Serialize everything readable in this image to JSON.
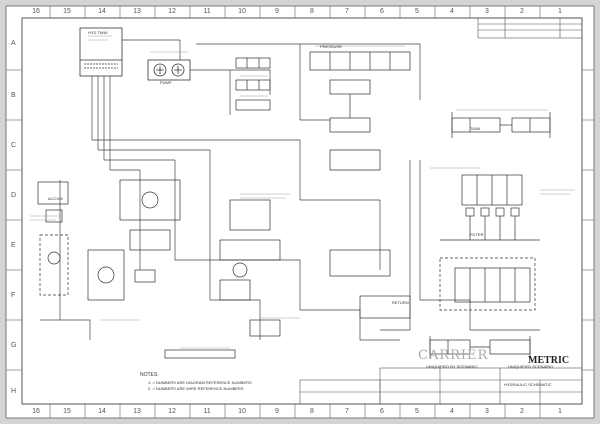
{
  "title_block": {
    "company": "CARRIER",
    "subtitle_left": "UNIQUIFIED BY SCENARIO",
    "subtitle_right": "UNIQUIFIED SCENARIO",
    "units": "METRIC"
  },
  "notes": {
    "heading": "NOTES:",
    "lines": [
      "1. = NUMBERS ARE DIAGRAM REFERENCE NUMBERS",
      "2. = NUMBERS ARE WIRE REFERENCE NUMBERS"
    ]
  },
  "zones": {
    "top": [
      "16",
      "15",
      "14",
      "13",
      "12",
      "11",
      "10",
      "9",
      "8",
      "7",
      "6",
      "5",
      "4",
      "3",
      "2",
      "1"
    ],
    "side": [
      "A",
      "B",
      "C",
      "D",
      "E",
      "F",
      "G",
      "H"
    ]
  },
  "labels": {
    "hyd_tank": "HYD TANK",
    "pump": "PUMP",
    "metric_stamp": "METRIC",
    "tank_right": "TANK",
    "pressure": "PRESSURE",
    "return": "RETURN",
    "filter": "FILTER",
    "accumulator": "ACCUM",
    "hyd_schematic": "HYDRAULIC SCHEMATIC"
  }
}
